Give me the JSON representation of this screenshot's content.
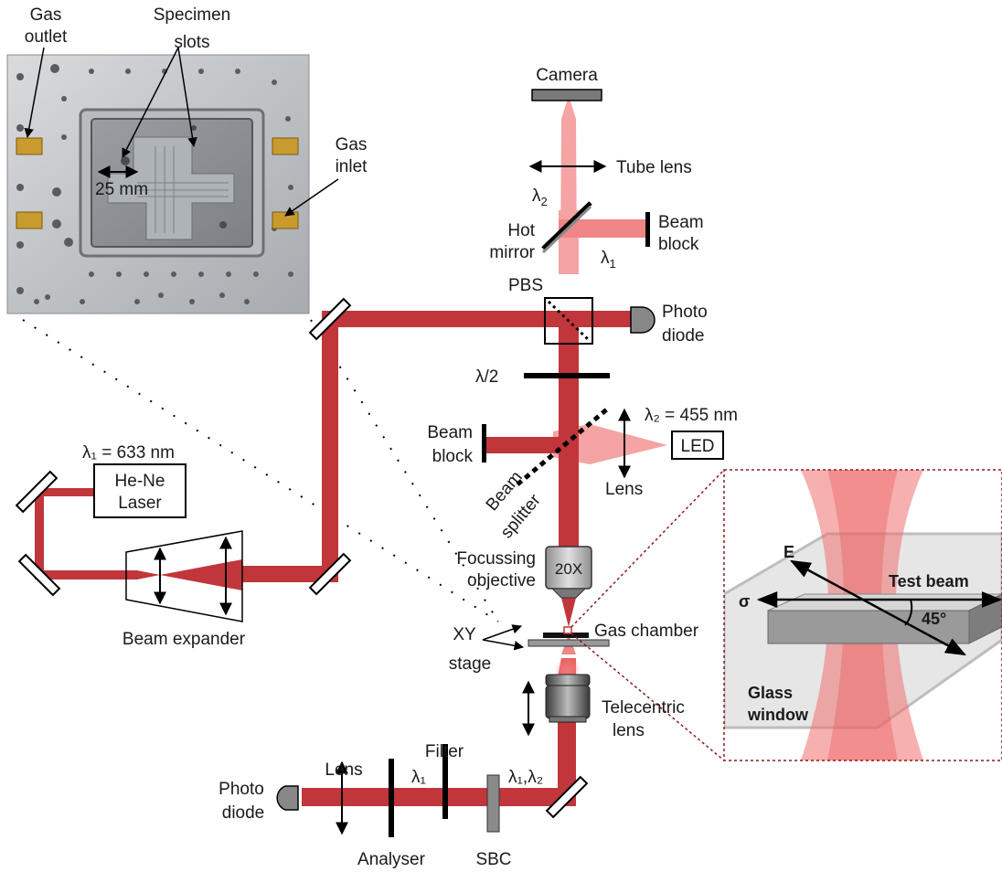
{
  "photo": {
    "gas_outlet": [
      "Gas",
      "outlet"
    ],
    "specimen_slots": [
      "Specimen",
      "slots"
    ],
    "gas_inlet": [
      "Gas",
      "inlet"
    ],
    "scale": "25 mm"
  },
  "labels": {
    "camera": "Camera",
    "tube_lens": "Tube lens",
    "lambda2": "λ",
    "lambda2_sub": "2",
    "lambda1_sub": "1",
    "hot_mirror": [
      "Hot",
      "mirror"
    ],
    "beam_block_top": [
      "Beam",
      "block"
    ],
    "pbs": "PBS",
    "photodiode_top": [
      "Photo",
      "diode"
    ],
    "half_wave": "λ/2",
    "lambda2_455": "λ₂ = 455 nm",
    "led": "LED",
    "lens_mid": "Lens",
    "beam_block_mid": [
      "Beam",
      "block"
    ],
    "beam_splitter": [
      "Beam",
      "splitter"
    ],
    "lambda1_633": "λ₁ = 633 nm",
    "laser": [
      "He-Ne",
      "Laser"
    ],
    "beam_expander": "Beam expander",
    "focusing_objective": [
      "Focussing",
      "objective"
    ],
    "objective_mag": "20X",
    "gas_chamber": "Gas chamber",
    "xy_stage": [
      "XY",
      "stage"
    ],
    "telecentric_lens": [
      "Telecentric",
      "lens"
    ],
    "photodiode_bottom": [
      "Photo",
      "diode"
    ],
    "lens_bottom": "Lens",
    "filter": "Filter",
    "lambda1_bottom": "λ₁",
    "lambda12": "λ₁,λ₂",
    "analyser": "Analyser",
    "sbc": "SBC"
  },
  "inset": {
    "e_field": "E",
    "sigma": "σ",
    "test_beam": "Test beam",
    "angle": "45°",
    "glass_window": [
      "Glass",
      "window"
    ]
  },
  "colors": {
    "laser_beam": "#c0363b",
    "led_beam": "#f5a3a3",
    "inset_border": "#8b1a1a"
  }
}
